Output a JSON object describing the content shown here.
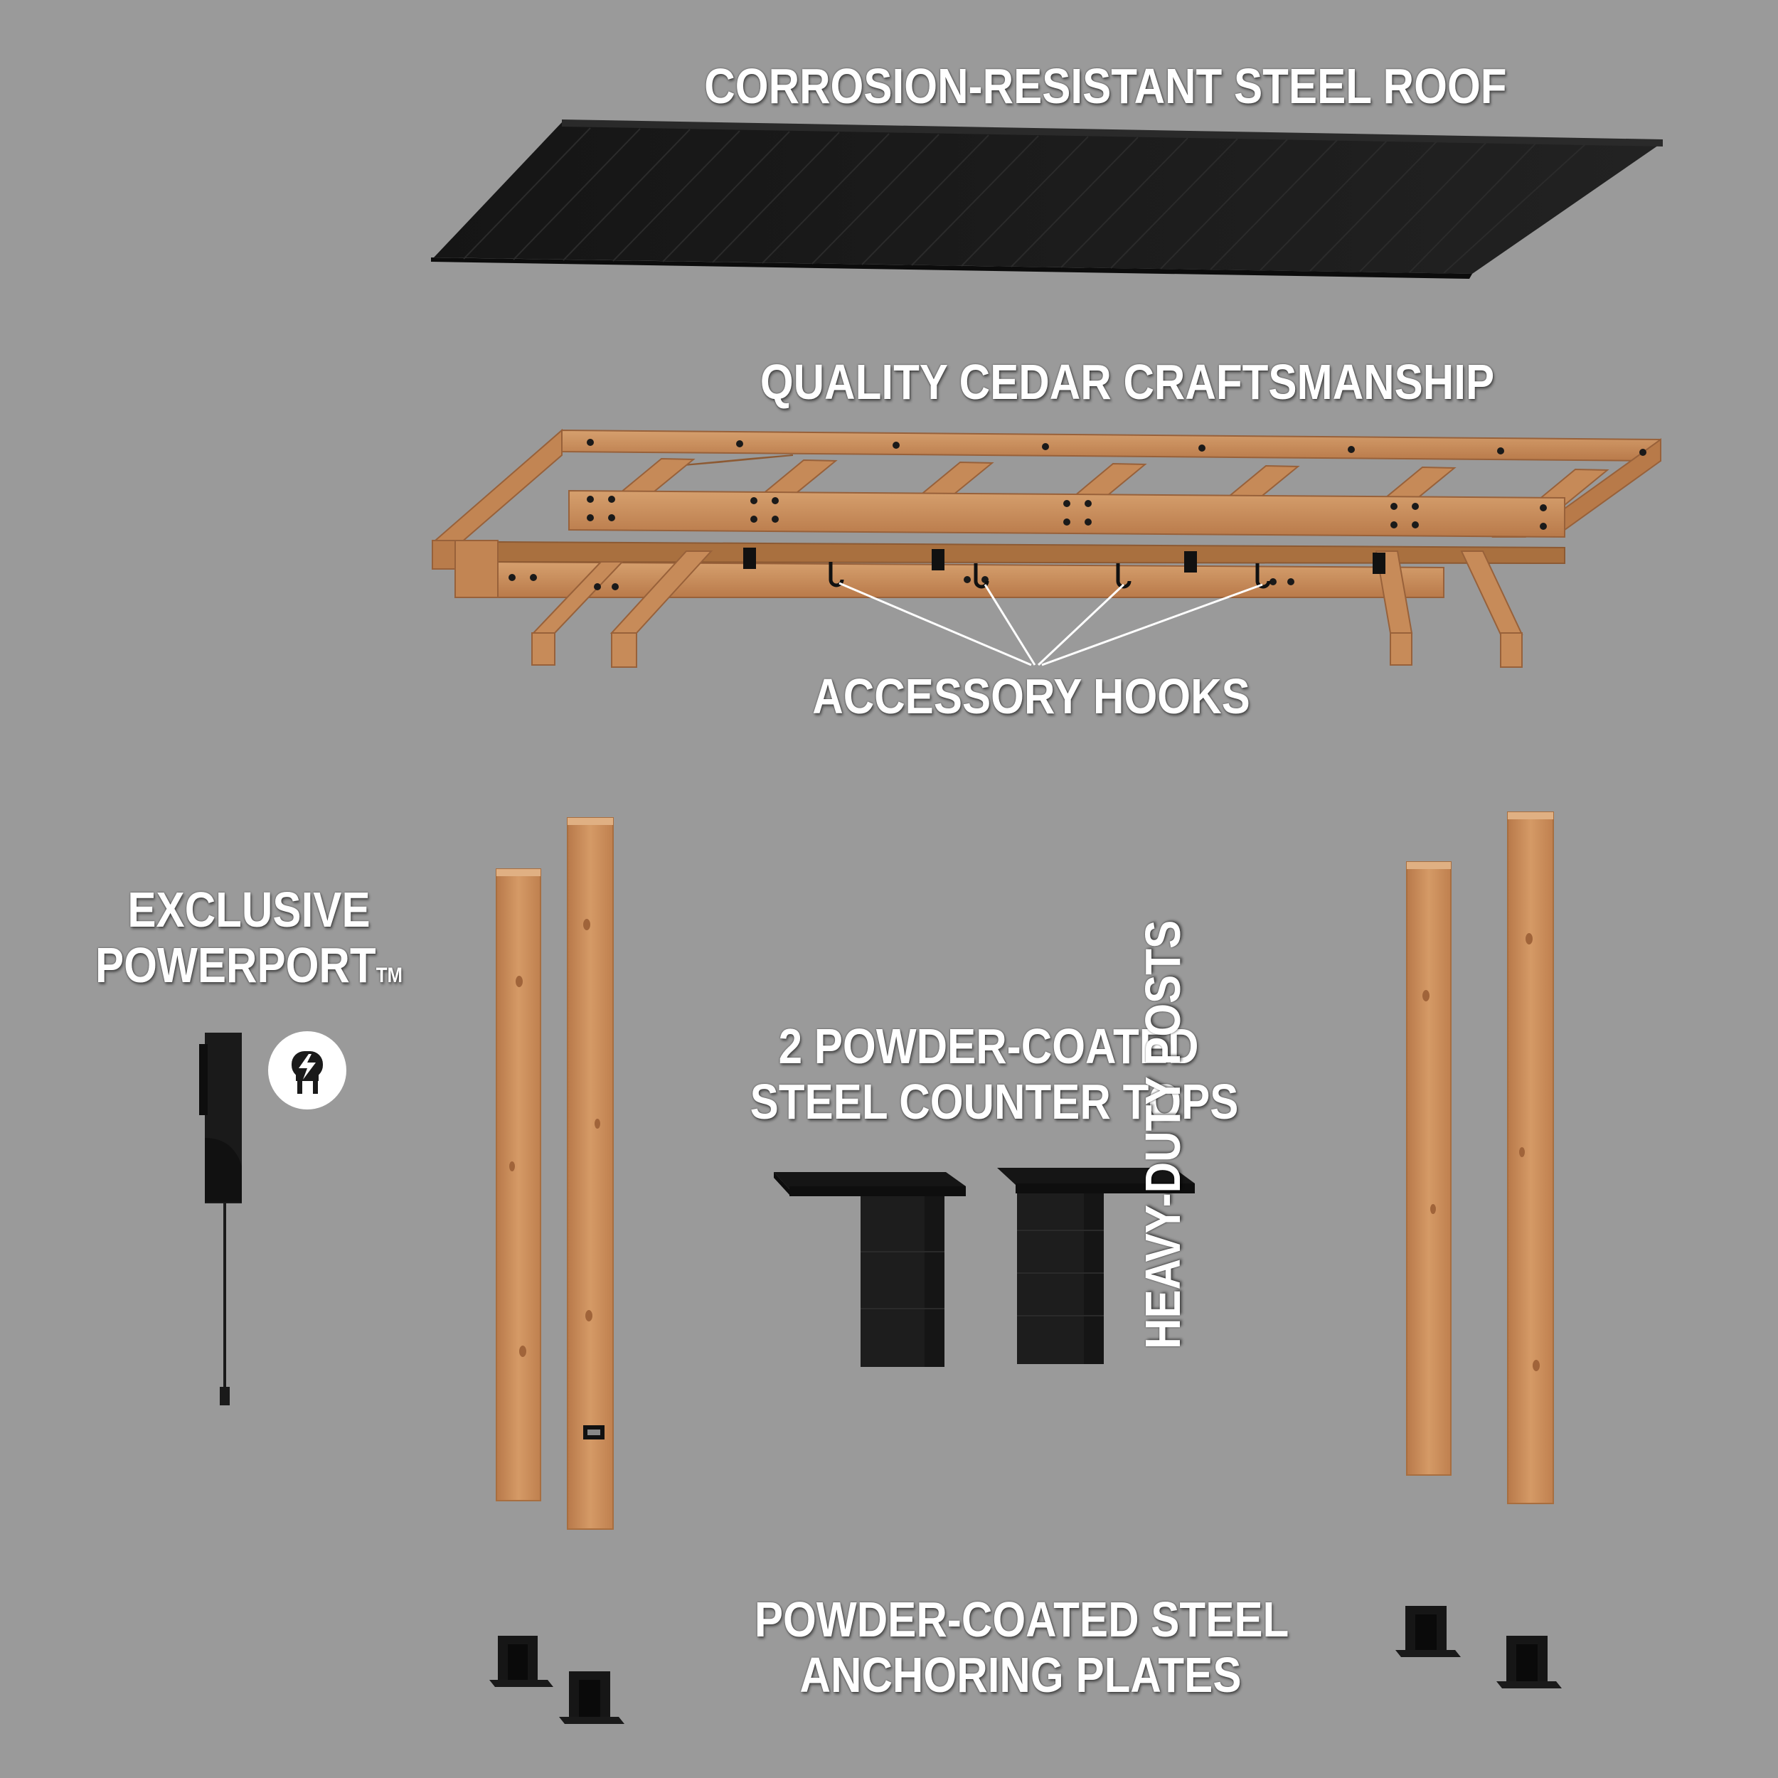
{
  "labels": {
    "roof": "CORROSION-RESISTANT STEEL ROOF",
    "cedar": "QUALITY CEDAR CRAFTSMANSHIP",
    "hooks": "ACCESSORY HOOKS",
    "powerport_line1": "EXCLUSIVE",
    "powerport_line2": "POWERPORT",
    "powerport_tm": "TM",
    "counter_line1": "2 POWDER-COATED",
    "counter_line2": "STEEL COUNTER TOPS",
    "posts": "HEAVY-DUTY POSTS",
    "plates_line1": "POWDER-COATED STEEL",
    "plates_line2": "ANCHORING PLATES"
  },
  "icons": {
    "power": "plug-lightning-icon"
  },
  "colors": {
    "background": "#9a9a9a",
    "cedar": "#c98a57",
    "steel": "#1a1a1a",
    "text": "#ffffff"
  }
}
